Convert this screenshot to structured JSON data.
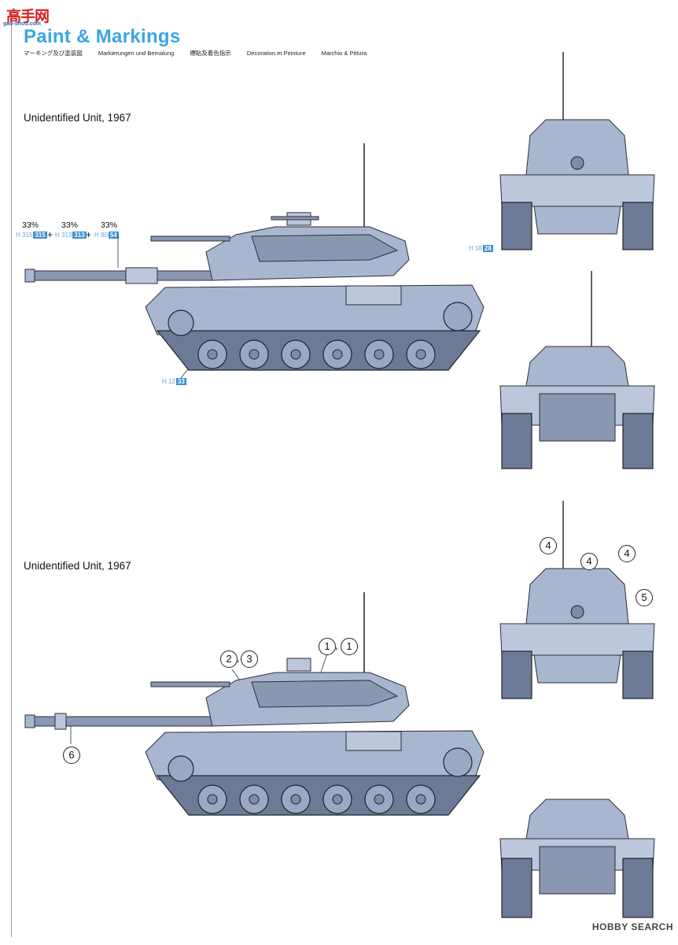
{
  "logo": {
    "main": "高手网",
    "sub": "gao-shou.com"
  },
  "header": {
    "title": "Paint & Markings",
    "languages": [
      "マーキング及び塗装図",
      "Markierungen und Bemalung",
      "標貼及着色指示",
      "Decoration et Peinture",
      "Marchio & Pittura"
    ]
  },
  "sections": [
    {
      "unit_label": "Unidentified Unit, 1967",
      "paint_mix": [
        {
          "percent": "33%",
          "code": "H 315",
          "chip": "315"
        },
        {
          "percent": "33%",
          "code": "H 313",
          "chip": "313"
        },
        {
          "percent": "33%",
          "code": "H 80",
          "chip": "54"
        }
      ],
      "callouts": [
        {
          "code": "H 12",
          "chip": "33"
        },
        {
          "code": "H 18",
          "chip": "28"
        }
      ]
    },
    {
      "unit_label": "Unidentified Unit, 1967",
      "decal_callouts": [
        "④",
        "④",
        "④",
        "⑤",
        "②,③",
        "①,①",
        "⑥"
      ],
      "decal_numbers": [
        "4",
        "4",
        "4",
        "5",
        "2",
        "3",
        "1",
        "1",
        "6"
      ]
    }
  ],
  "watermark": "HOBBY SEARCH",
  "colors": {
    "accent": "#3ba4e6",
    "chip": "#3f8fd0",
    "logo": "#d5201f",
    "tank": "#a9b6cf"
  }
}
